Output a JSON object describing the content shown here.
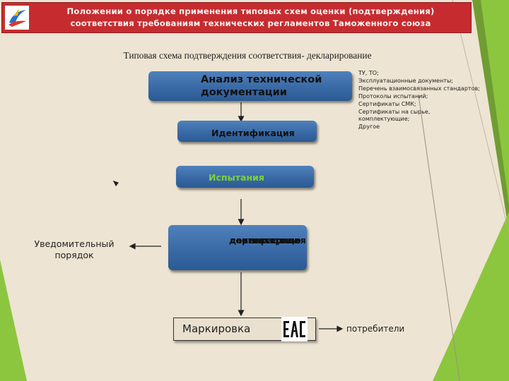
{
  "header": {
    "line1": "Положении о порядке применения типовых схем оценки (подтверждения)",
    "line2": "соответствия требованиям технических регламентов Таможенного союза"
  },
  "subtitle": "Типовая схема подтверждения соответствия- декларирование",
  "steps": {
    "analysis": "Анализ технической документации",
    "identification": "Идентификация",
    "testing": "Испытания",
    "registration_1": "регистрация",
    "registration_2": "декларации о",
    "registration_3": "соответствии",
    "marking": "Маркировка"
  },
  "documents": [
    "ТУ, ТО;",
    "Эксплуатационные документы;",
    "Перечень взаимосвязанных стандартов;",
    "Протоколы испытаний;",
    "Сертификаты СМК;",
    "Сертификаты на сырье,",
    "комплектующие;",
    "Другое"
  ],
  "notification_1": "Уведомительный",
  "notification_2": "порядок",
  "consumers": "потребители",
  "colors": {
    "header_bg": "#c62c2f",
    "box_blue": "#3a6aa6",
    "testing_text": "#7ed23a",
    "green_accent": "#8cc63f",
    "background": "#ede4d3"
  }
}
